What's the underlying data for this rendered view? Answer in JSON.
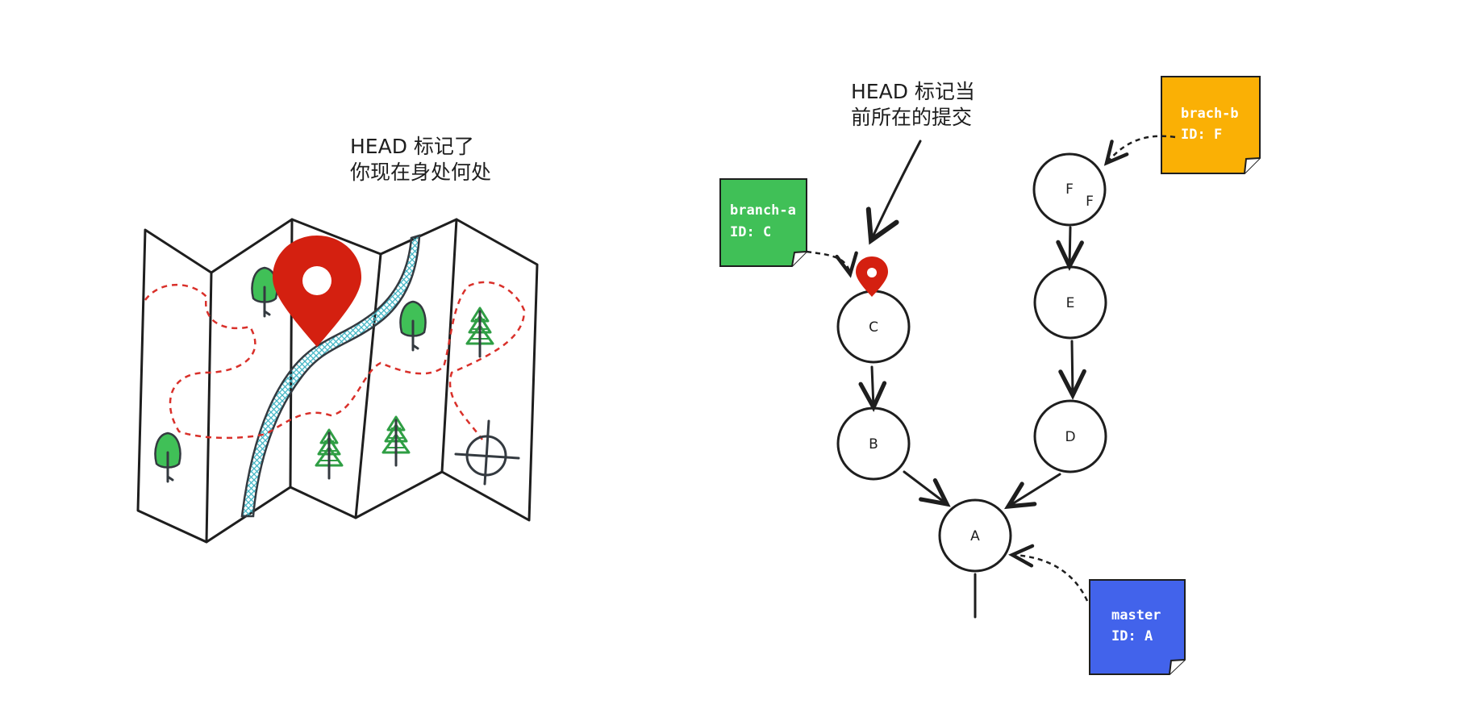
{
  "left_scene": {
    "caption_lines": [
      "HEAD 标记了",
      "你现在身处何处"
    ],
    "map_icon": "folded-map-icon",
    "pin_icon": "location-pin-icon",
    "compass_icon": "crosshair-icon",
    "accent_red": "#d42010",
    "river_color": "#42b6c6",
    "tree_color": "#2f9e44",
    "path_color": "#d9302a"
  },
  "right_scene": {
    "caption_lines": [
      "HEAD 标记当",
      "前所在的提交"
    ],
    "nodes": {
      "c": "C",
      "b": "B",
      "a": "A",
      "f1": "F",
      "f2": "F",
      "e": "E",
      "d": "D"
    },
    "notes": {
      "branch_a": {
        "line1": "branch-a",
        "line2": "ID: C",
        "color": "#40c057"
      },
      "branch_b": {
        "line1": "brach-b",
        "line2": "ID: F",
        "color": "#fab005"
      },
      "master": {
        "line1": "master",
        "line2": "ID: A",
        "color": "#4263eb"
      }
    },
    "head_pin_icon": "location-pin-icon",
    "head_pin_color": "#d42010"
  }
}
